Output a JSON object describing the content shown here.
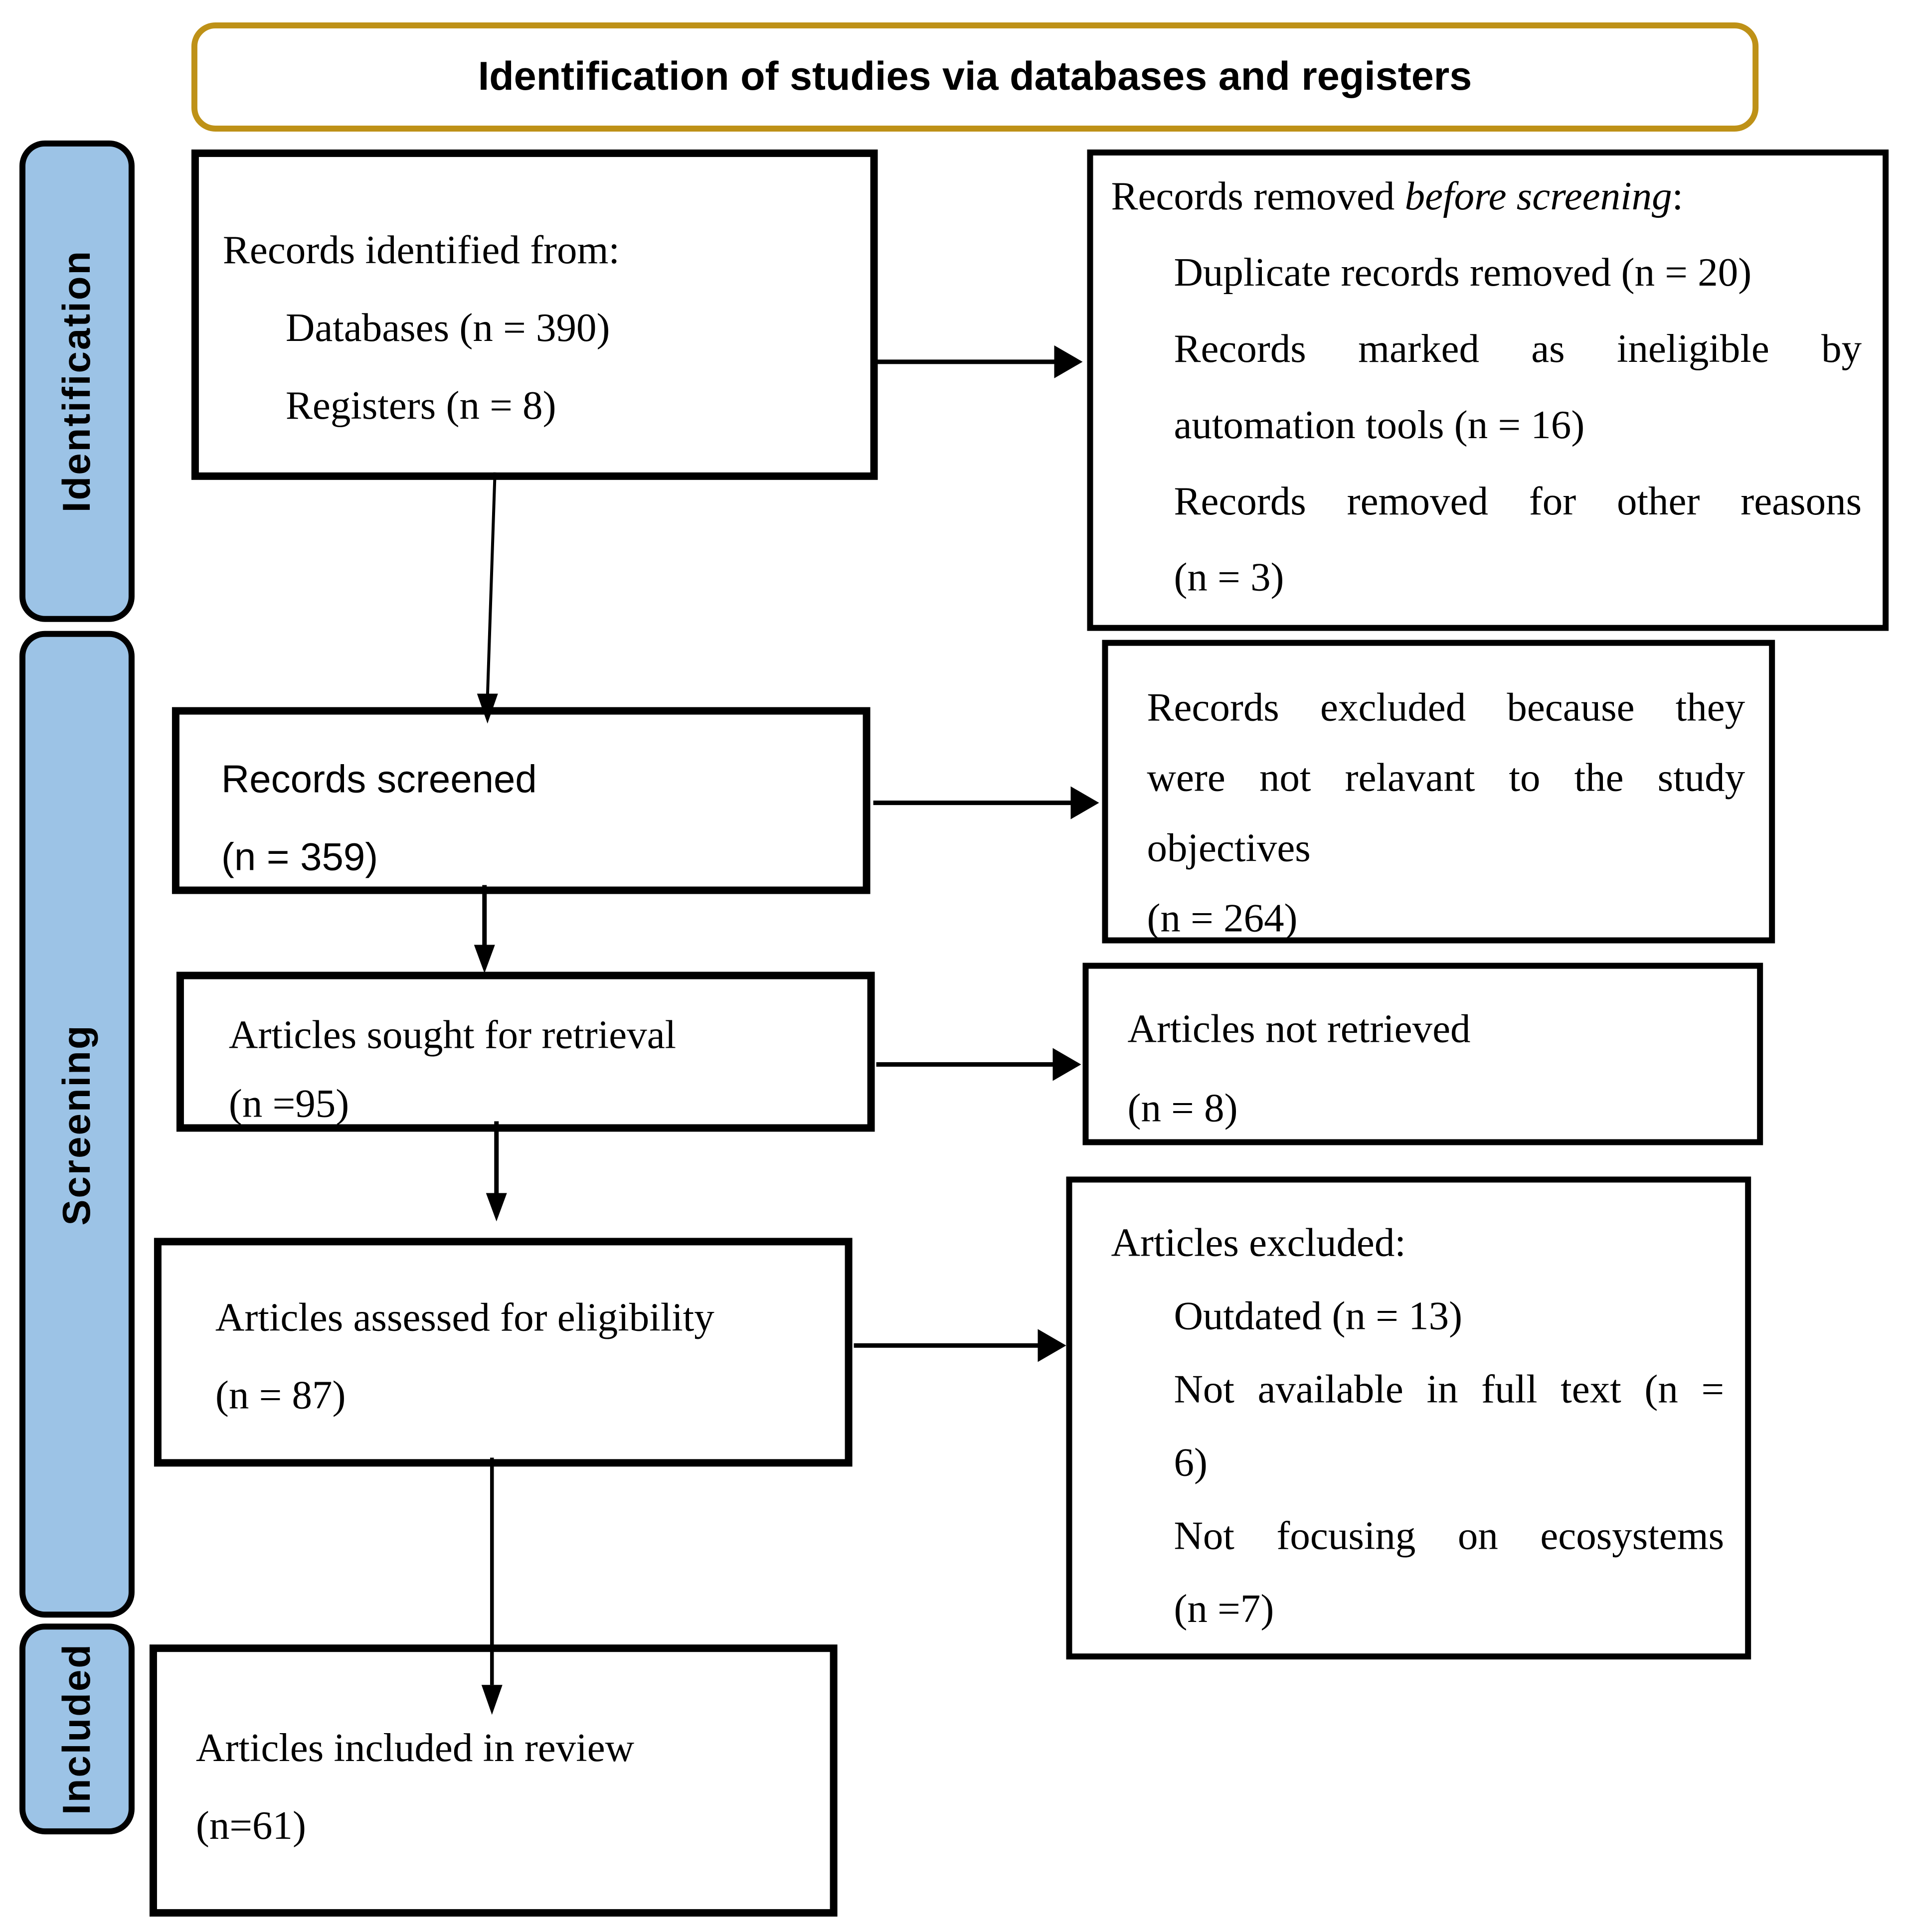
{
  "diagram_title": "Identification of studies via databases and registers",
  "stages": [
    {
      "label": "Identification"
    },
    {
      "label": "Screening"
    },
    {
      "label": "Included"
    }
  ],
  "boxes": {
    "records_identified": {
      "lines": [
        {
          "t": "Records identified from:"
        },
        {
          "t": "Databases (n = 390)",
          "ind": true
        },
        {
          "t": "Registers (n = 8)",
          "ind": true
        }
      ]
    },
    "records_removed": {
      "lines": [
        {
          "seg": [
            {
              "t": "Records removed "
            },
            {
              "t": "before screening",
              "i": true
            },
            {
              "t": ":"
            }
          ]
        },
        {
          "t": "Duplicate records removed (n = 20)",
          "ind": true
        },
        {
          "t": "Records marked as ineligible by",
          "ind": true,
          "just": true
        },
        {
          "t": "automation tools (n = 16)",
          "ind": true
        },
        {
          "t": "Records removed for other reasons",
          "ind": true,
          "just": true
        },
        {
          "t": "(n = 3)",
          "ind": true
        }
      ]
    },
    "records_screened": {
      "lines": [
        {
          "t": "Records screened"
        },
        {
          "t": "(n = 359)"
        }
      ]
    },
    "records_excluded": {
      "lines": [
        {
          "t": "Records excluded because they",
          "just": true
        },
        {
          "t": "were not relavant to the study",
          "just": true
        },
        {
          "t": "objectives"
        },
        {
          "t": "(n = 264)"
        }
      ]
    },
    "articles_sought": {
      "lines": [
        {
          "t": "Articles sought for retrieval"
        },
        {
          "t": "(n =95)"
        }
      ]
    },
    "articles_not_retrieved": {
      "lines": [
        {
          "t": "Articles not retrieved"
        },
        {
          "t": "(n = 8)"
        }
      ]
    },
    "articles_assessed": {
      "lines": [
        {
          "t": "Articles assessed for eligibility"
        },
        {
          "t": "(n = 87)"
        }
      ]
    },
    "articles_excluded": {
      "lines": [
        {
          "t": "Articles excluded:"
        },
        {
          "t": "Outdated (n = 13)",
          "ind": true
        },
        {
          "t": "Not available in full text (n =",
          "ind": true,
          "just": true
        },
        {
          "t": "6)",
          "ind": true
        },
        {
          "t": "Not focusing on ecosystems",
          "ind": true,
          "just": true
        },
        {
          "t": "(n =7)",
          "ind": true
        }
      ]
    },
    "articles_included": {
      "lines": [
        {
          "t": "Articles included in review"
        },
        {
          "t": "(n=61)"
        }
      ]
    }
  },
  "colors": {
    "stage_fill": "#9CC3E6",
    "title_border": "#BE9117",
    "box_border": "#000000",
    "text": "#000000",
    "background": "#FFFFFF"
  }
}
